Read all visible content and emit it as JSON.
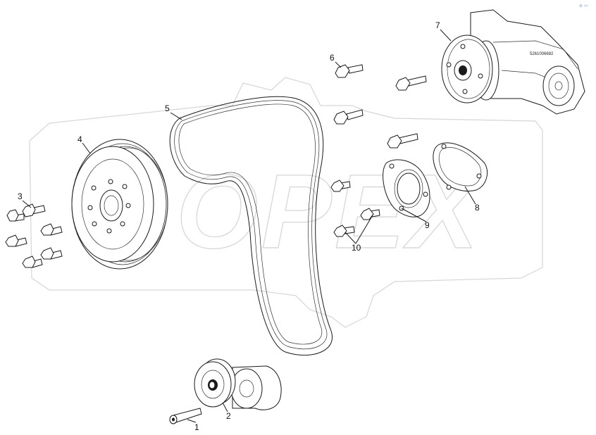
{
  "diagram": {
    "watermark": "OPEX",
    "part_number_stamp": "5261006682",
    "corner_mark": "⊕ ▿▿",
    "callouts": [
      {
        "id": "1",
        "label": "1"
      },
      {
        "id": "2",
        "label": "2"
      },
      {
        "id": "3",
        "label": "3"
      },
      {
        "id": "4",
        "label": "4"
      },
      {
        "id": "5",
        "label": "5"
      },
      {
        "id": "6",
        "label": "6"
      },
      {
        "id": "7",
        "label": "7"
      },
      {
        "id": "8",
        "label": "8"
      },
      {
        "id": "9",
        "label": "9"
      },
      {
        "id": "10",
        "label": "10"
      }
    ]
  }
}
